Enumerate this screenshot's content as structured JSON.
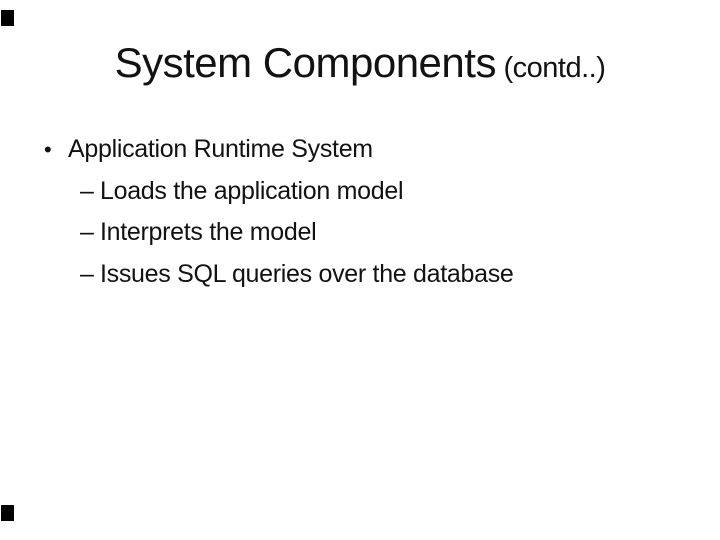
{
  "slide": {
    "title": {
      "main": "System Components",
      "suffix": " (contd..)"
    },
    "bullets": [
      {
        "level": 1,
        "marker": "•",
        "text": "Application Runtime System"
      },
      {
        "level": 2,
        "marker": "–",
        "text": "Loads the application model"
      },
      {
        "level": 2,
        "marker": "–",
        "text": "Interprets the model"
      },
      {
        "level": 2,
        "marker": "–",
        "text": "Issues SQL queries over the database"
      }
    ],
    "decorations": {
      "corner_marks": [
        {
          "name": "corner-mark-top-left",
          "position": "top-left"
        },
        {
          "name": "corner-mark-bottom-left",
          "position": "bottom-left"
        }
      ]
    },
    "colors": {
      "background": "#ffffff",
      "text": "#121212",
      "corner_mark": "#000000"
    }
  }
}
